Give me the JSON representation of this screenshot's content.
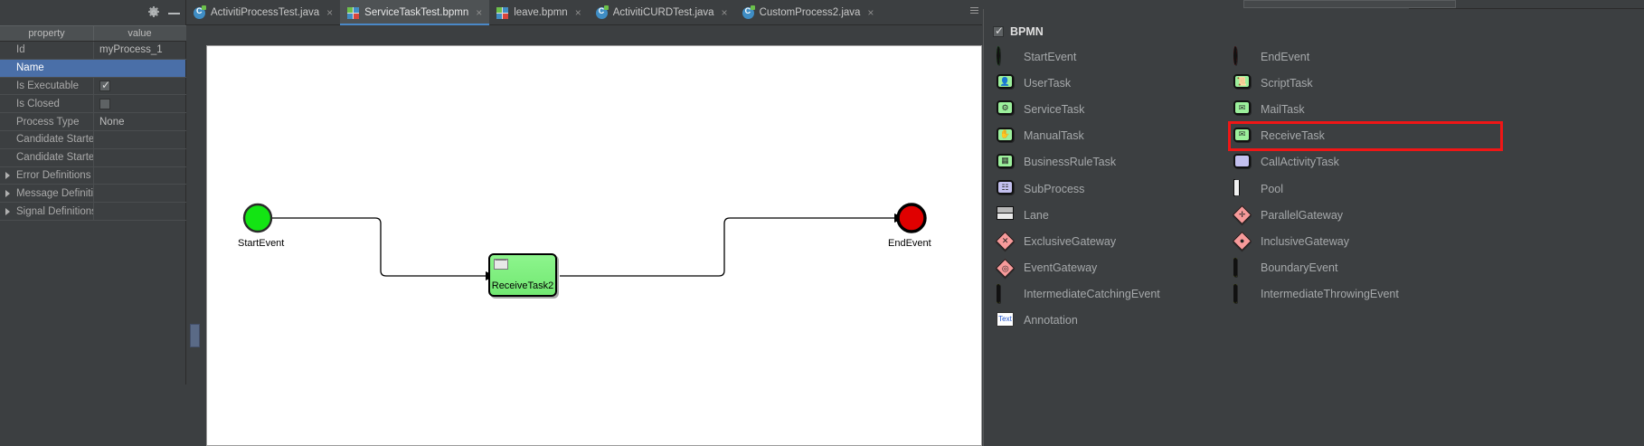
{
  "properties": {
    "columns": [
      "property",
      "value"
    ],
    "rows": [
      {
        "name": "Id",
        "value": "myProcess_1",
        "type": "text",
        "expandable": false,
        "selected": false
      },
      {
        "name": "Name",
        "value": "",
        "type": "text",
        "expandable": false,
        "selected": true
      },
      {
        "name": "Is Executable",
        "value": "",
        "type": "checkbox",
        "checked": true,
        "expandable": false,
        "selected": false
      },
      {
        "name": "Is Closed",
        "value": "",
        "type": "checkbox",
        "checked": false,
        "expandable": false,
        "selected": false
      },
      {
        "name": "Process Type",
        "value": "None",
        "type": "text",
        "expandable": false,
        "selected": false
      },
      {
        "name": "Candidate Starte",
        "value": "",
        "type": "text",
        "expandable": false,
        "selected": false
      },
      {
        "name": "Candidate Starte",
        "value": "",
        "type": "text",
        "expandable": false,
        "selected": false
      },
      {
        "name": "Error Definitions",
        "value": "",
        "type": "text",
        "expandable": true,
        "selected": false
      },
      {
        "name": "Message Definiti",
        "value": "",
        "type": "text",
        "expandable": true,
        "selected": false
      },
      {
        "name": "Signal Definitions",
        "value": "",
        "type": "text",
        "expandable": true,
        "selected": false
      }
    ],
    "toolbar": {
      "settings_icon": "gear-icon",
      "minimize_icon": "minimize-icon"
    }
  },
  "tabs": [
    {
      "label": "ActivitiProcessTest.java",
      "icon": "java-class-icon",
      "active": false,
      "close": "×"
    },
    {
      "label": "ServiceTaskTest.bpmn",
      "icon": "bpmn-file-icon",
      "active": true,
      "close": "×"
    },
    {
      "label": "leave.bpmn",
      "icon": "bpmn-file-icon",
      "active": false,
      "close": "×"
    },
    {
      "label": "ActivitiCURDTest.java",
      "icon": "java-class-icon",
      "active": false,
      "close": "×"
    },
    {
      "label": "CustomProcess2.java",
      "icon": "java-class-icon",
      "active": false,
      "close": "×"
    }
  ],
  "diagram": {
    "start_event_label": "StartEvent",
    "end_event_label": "EndEvent",
    "task_label": "ReceiveTask2",
    "task_icon": "envelope-icon",
    "colors": {
      "start": "#13e413",
      "end": "#f00606",
      "task_fill": "#7fef7f",
      "connector": "#000000"
    }
  },
  "palette": {
    "group_label": "BPMN",
    "group_checked": true,
    "left_column": [
      {
        "label": "StartEvent",
        "icon": "start-event-icon",
        "highlight": false
      },
      {
        "label": "UserTask",
        "icon": "user-task-icon",
        "highlight": false
      },
      {
        "label": "ServiceTask",
        "icon": "service-task-icon",
        "highlight": false
      },
      {
        "label": "ManualTask",
        "icon": "manual-task-icon",
        "highlight": false
      },
      {
        "label": "BusinessRuleTask",
        "icon": "business-rule-task-icon",
        "highlight": false
      },
      {
        "label": "SubProcess",
        "icon": "sub-process-icon",
        "highlight": false
      },
      {
        "label": "Lane",
        "icon": "lane-icon",
        "highlight": false
      },
      {
        "label": "ExclusiveGateway",
        "icon": "exclusive-gateway-icon",
        "highlight": false
      },
      {
        "label": "EventGateway",
        "icon": "event-gateway-icon",
        "highlight": false
      },
      {
        "label": "IntermediateCatchingEvent",
        "icon": "intermediate-catching-event-icon",
        "highlight": false
      },
      {
        "label": "Annotation",
        "icon": "annotation-icon",
        "highlight": false
      }
    ],
    "right_column": [
      {
        "label": "EndEvent",
        "icon": "end-event-icon",
        "highlight": false
      },
      {
        "label": "ScriptTask",
        "icon": "script-task-icon",
        "highlight": false
      },
      {
        "label": "MailTask",
        "icon": "mail-task-icon",
        "highlight": false
      },
      {
        "label": "ReceiveTask",
        "icon": "receive-task-icon",
        "highlight": true
      },
      {
        "label": "CallActivityTask",
        "icon": "call-activity-task-icon",
        "highlight": false
      },
      {
        "label": "Pool",
        "icon": "pool-icon",
        "highlight": false
      },
      {
        "label": "ParallelGateway",
        "icon": "parallel-gateway-icon",
        "highlight": false
      },
      {
        "label": "InclusiveGateway",
        "icon": "inclusive-gateway-icon",
        "highlight": false
      },
      {
        "label": "BoundaryEvent",
        "icon": "boundary-event-icon",
        "highlight": false
      },
      {
        "label": "IntermediateThrowingEvent",
        "icon": "intermediate-throwing-event-icon",
        "highlight": false
      }
    ],
    "highlight_color": "#f01616"
  }
}
